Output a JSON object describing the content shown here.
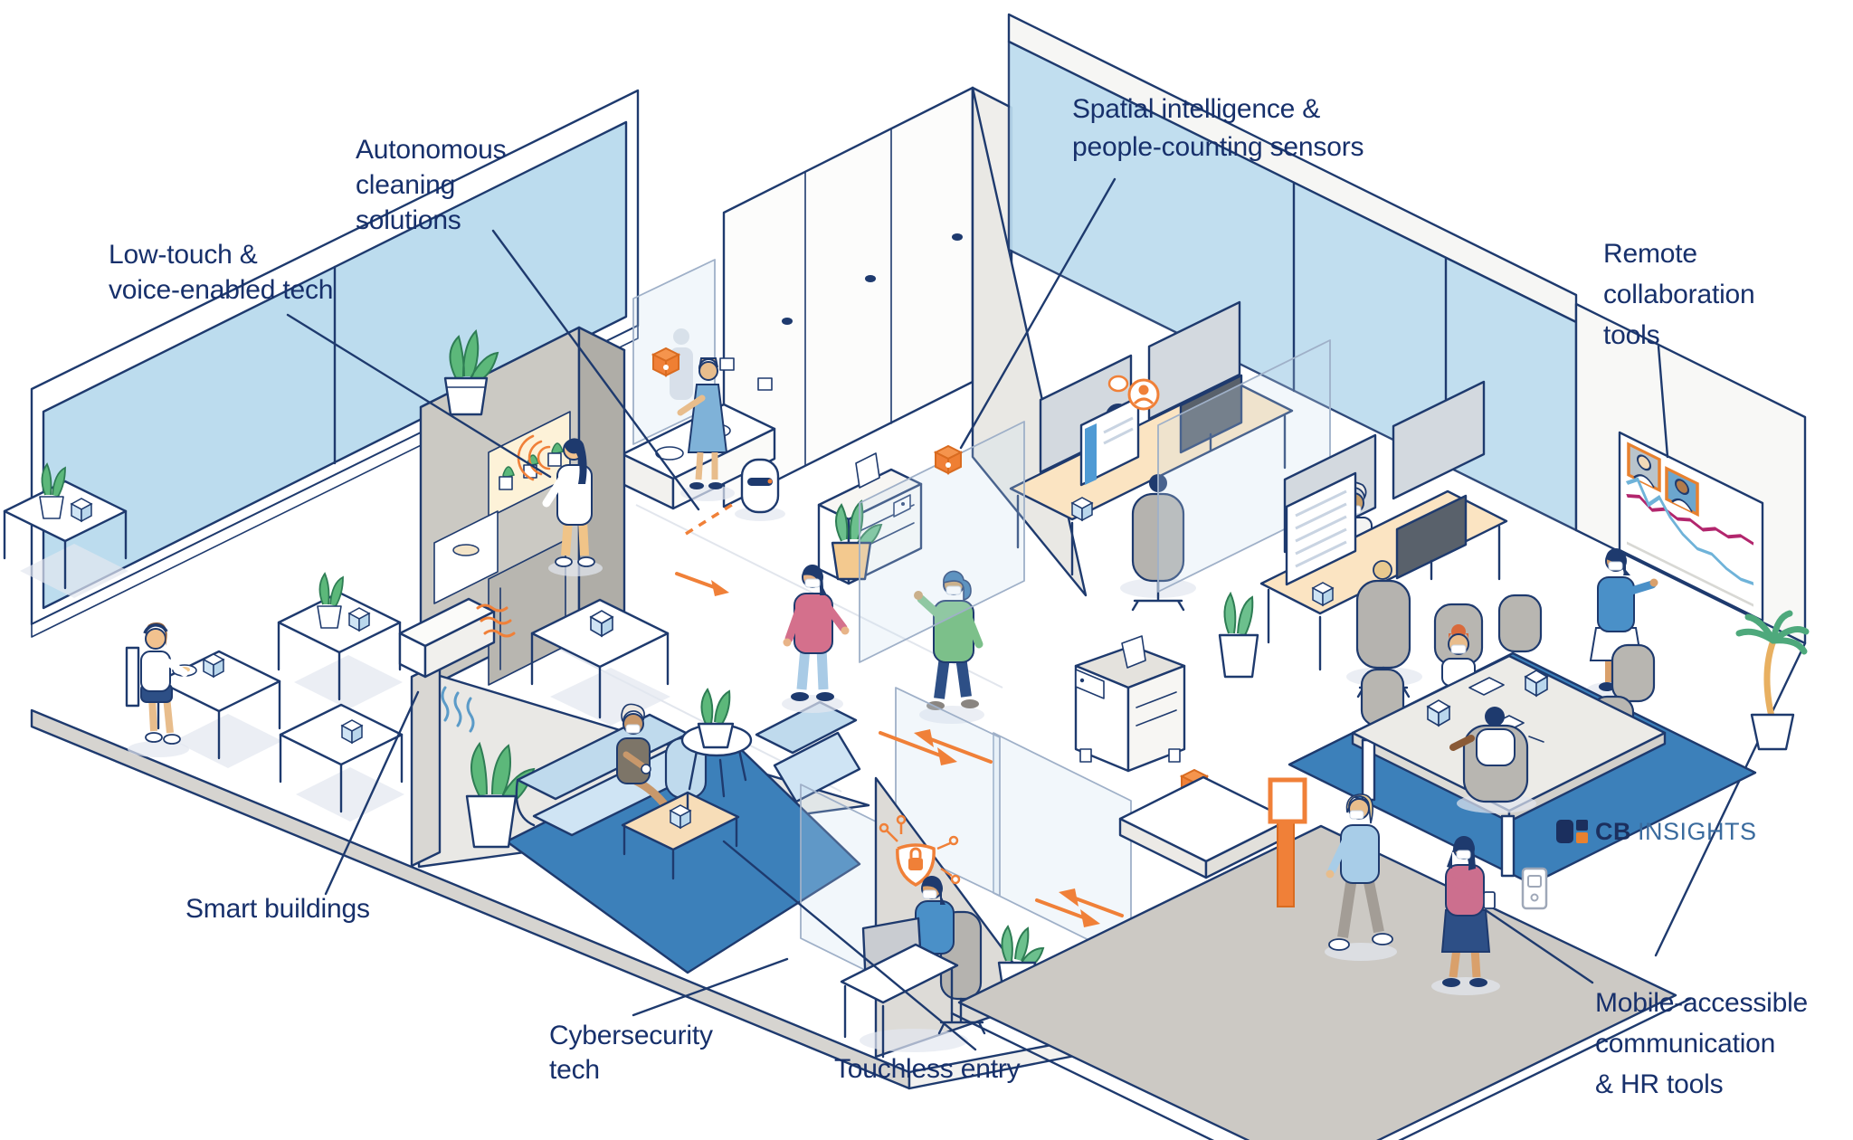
{
  "title": "Return-to-office technology isometric illustration",
  "labels": {
    "low_touch": {
      "text": "Low-touch &\nvoice-enabled tech"
    },
    "autonomous": {
      "text": "Autonomous\ncleaning\nsolutions"
    },
    "spatial": {
      "text": "Spatial intelligence &\npeople-counting sensors"
    },
    "remote": {
      "text": "Remote\ncollaboration\ntools"
    },
    "smart": {
      "text": "Smart buildings"
    },
    "cyber": {
      "text": "Cybersecurity\ntech"
    },
    "touchless": {
      "text": "Touchless entry"
    },
    "mobile": {
      "text": "Mobile-accessible\ncommunication\n& HR tools"
    }
  },
  "logo": {
    "bold": "CB",
    "light": "INSIGHTS"
  },
  "colors": {
    "label_navy": "#17306B",
    "outline_navy": "#1E3A6E",
    "accent_orange": "#F08038",
    "glass_blue": "#BCDCEE",
    "rug_blue": "#3C80BA",
    "sofa_blue": "#BFDAED",
    "desk_tan": "#FBE4C2",
    "logo_navy": "#1B2F5E",
    "logo_blue": "#3A6B9E",
    "chart_magenta": "#B2266D",
    "chart_lightblue": "#6FB3D9"
  }
}
